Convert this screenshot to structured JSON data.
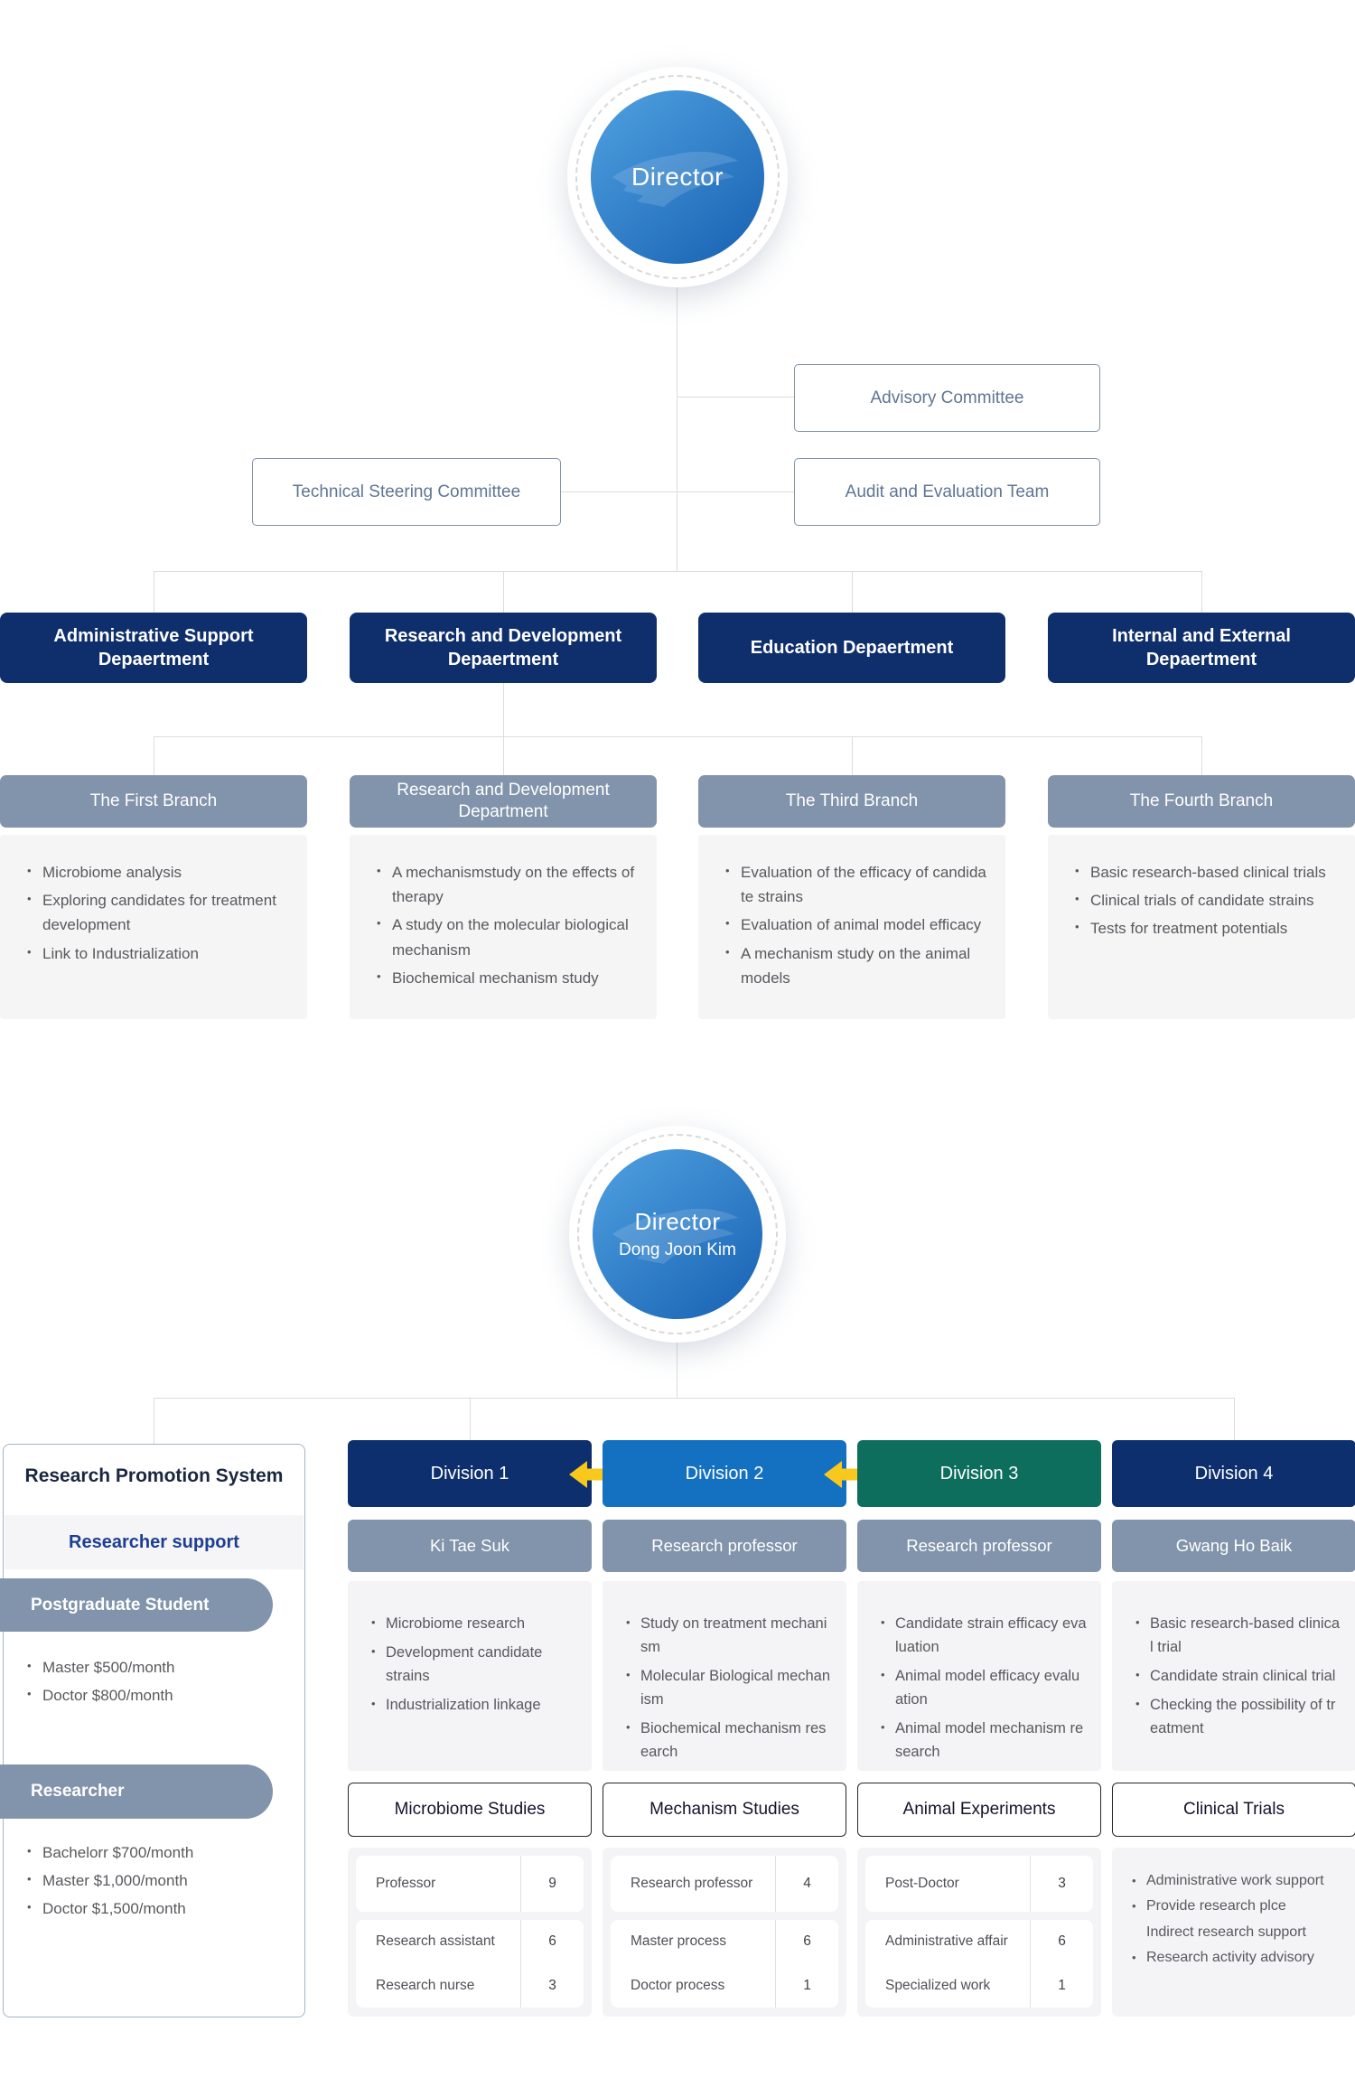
{
  "colors": {
    "department_navy": "#0f2f6c",
    "division_navy": "#0e2f6e",
    "division_blue": "#1470c0",
    "division_teal": "#0d6e5e",
    "slate_header": "#8194ab",
    "panel_gray": "#f4f4f6",
    "accent_yellow": "#f8c81c",
    "connector_gray": "#d9dcdf",
    "committee_text": "#5e7694",
    "researcher_support_text": "#1d3e91",
    "circle_gradient_start": "#4d9edf",
    "circle_gradient_end": "#1a64b4"
  },
  "top": {
    "director": {
      "title": "Director"
    },
    "committees": {
      "advisory": "Advisory Committee",
      "technical": "Technical Steering Committee",
      "audit": "Audit and Evaluation Team"
    },
    "departments": [
      "Administrative Support Depaertment",
      "Research and Development Depaertment",
      "Education Depaertment",
      "Internal and External Depaertment"
    ],
    "branches": [
      {
        "title": "The First Branch",
        "items": [
          "Microbiome analysis",
          "Exploring candidates for treatment development",
          "Link to Industrialization"
        ]
      },
      {
        "title": "Research and Development Department",
        "items": [
          "A mechanismstudy on the effects of therapy",
          "A study on the molecular biological mechanism",
          "Biochemical mechanism study"
        ]
      },
      {
        "title": "The Third Branch",
        "items": [
          "Evaluation of the efficacy of candidate strains",
          "Evaluation of animal model efficacy",
          "A mechanism study on the animal models"
        ]
      },
      {
        "title": "The Fourth Branch",
        "items": [
          "Basic research-based clinical trials",
          "Clinical trials of candidate strains",
          "Tests for treatment potentials"
        ]
      }
    ]
  },
  "bottom": {
    "director": {
      "title": "Director",
      "name": "Dong Joon Kim"
    },
    "promotion": {
      "title": "Research Promotion System",
      "subtitle": "Researcher support",
      "groups": [
        {
          "label": "Postgraduate Student",
          "items": [
            "Master $500/month",
            "Doctor $800/month"
          ]
        },
        {
          "label": "Researcher",
          "items": [
            "Bachelorr $700/month",
            "Master $1,000/month",
            "Doctor $1,500/month"
          ]
        }
      ]
    },
    "divisions": [
      {
        "title": "Division 1",
        "head": "Ki Tae Suk",
        "color": "#0e2f6e",
        "items": [
          "Microbiome research",
          "Development candidate strains",
          "Industrialization linkage"
        ],
        "study": "Microbiome Studies",
        "staff": [
          [
            {
              "label": "Professor",
              "count": "9"
            }
          ],
          [
            {
              "label": "Research assistant",
              "count": "6"
            },
            {
              "label": "Research nurse",
              "count": "3"
            }
          ]
        ]
      },
      {
        "title": "Division 2",
        "head": "Research professor",
        "color": "#1470c0",
        "items": [
          "Study on treatment mechanism",
          "Molecular Biological mechanism",
          "Biochemical mechanism research"
        ],
        "study": "Mechanism Studies",
        "staff": [
          [
            {
              "label": "Research professor",
              "count": "4"
            }
          ],
          [
            {
              "label": "Master process",
              "count": "6"
            },
            {
              "label": "Doctor process",
              "count": "1"
            }
          ]
        ]
      },
      {
        "title": "Division 3",
        "head": "Research professor",
        "color": "#0d6e5e",
        "items": [
          "Candidate strain efficacy evaluation",
          "Animal model efficacy evaluation",
          "Animal model mechanism research"
        ],
        "study": "Animal Experiments",
        "staff": [
          [
            {
              "label": "Post-Doctor",
              "count": "3"
            }
          ],
          [
            {
              "label": "Administrative affair",
              "count": "6"
            },
            {
              "label": "Specialized work",
              "count": "1"
            }
          ]
        ]
      },
      {
        "title": "Division 4",
        "head": "Gwang Ho Baik",
        "color": "#0e2f6e",
        "items": [
          "Basic research-based clinical trial",
          "Candidate strain clinical trial",
          "Checking the possibility of treatment"
        ],
        "study": "Clinical Trials",
        "notes": [
          "Administrative work support",
          "Provide research plce",
          "Indirect research support",
          "Research activity advisory"
        ]
      }
    ]
  }
}
